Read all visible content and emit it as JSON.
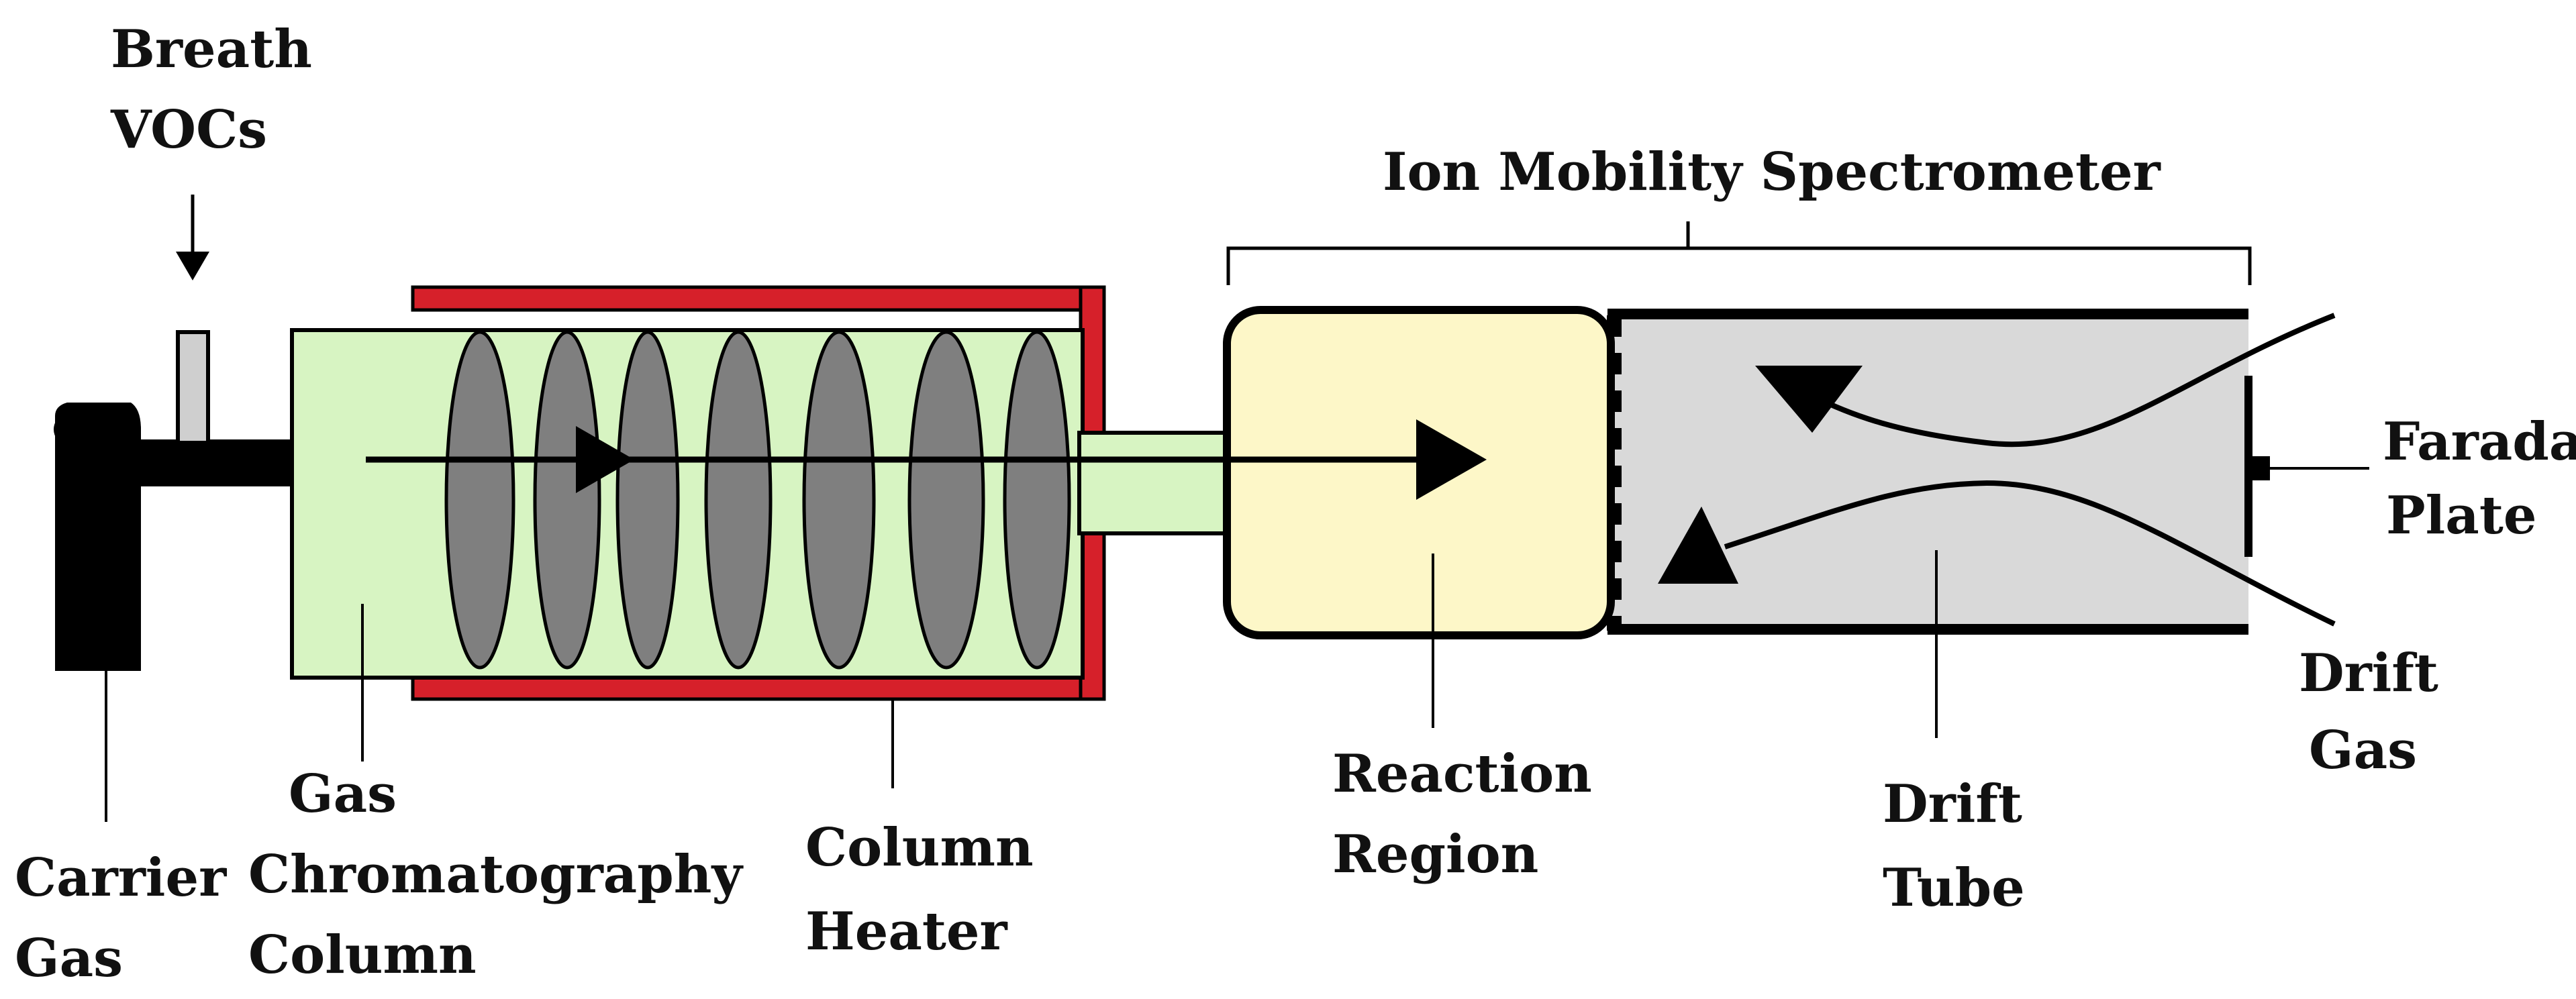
{
  "labels": {
    "breath_vocs": [
      "Breath",
      "VOCs"
    ],
    "ion_mobility_spectrometer": "Ion Mobility Spectrometer",
    "faraday_plate": [
      "Faraday",
      "Plate"
    ],
    "drift_gas": [
      "Drift",
      "Gas"
    ],
    "drift_tube": [
      "Drift",
      "Tube"
    ],
    "reaction_region": [
      "Reaction",
      "Region"
    ],
    "column_heater": [
      "Column",
      "Heater"
    ],
    "gas_chromatography_column": [
      "Gas",
      "Chromatography",
      "Column"
    ],
    "carrier_gas": [
      "Carrier",
      "Gas"
    ]
  },
  "colors": {
    "outline": "#000000",
    "gc_column_fill": "#d7f4c2",
    "heater_red": "#d6202a",
    "coil_gray": "#7f7f7f",
    "reaction_region_fill": "#fdf7c8",
    "drift_tube_fill": "#d9d9d9"
  }
}
